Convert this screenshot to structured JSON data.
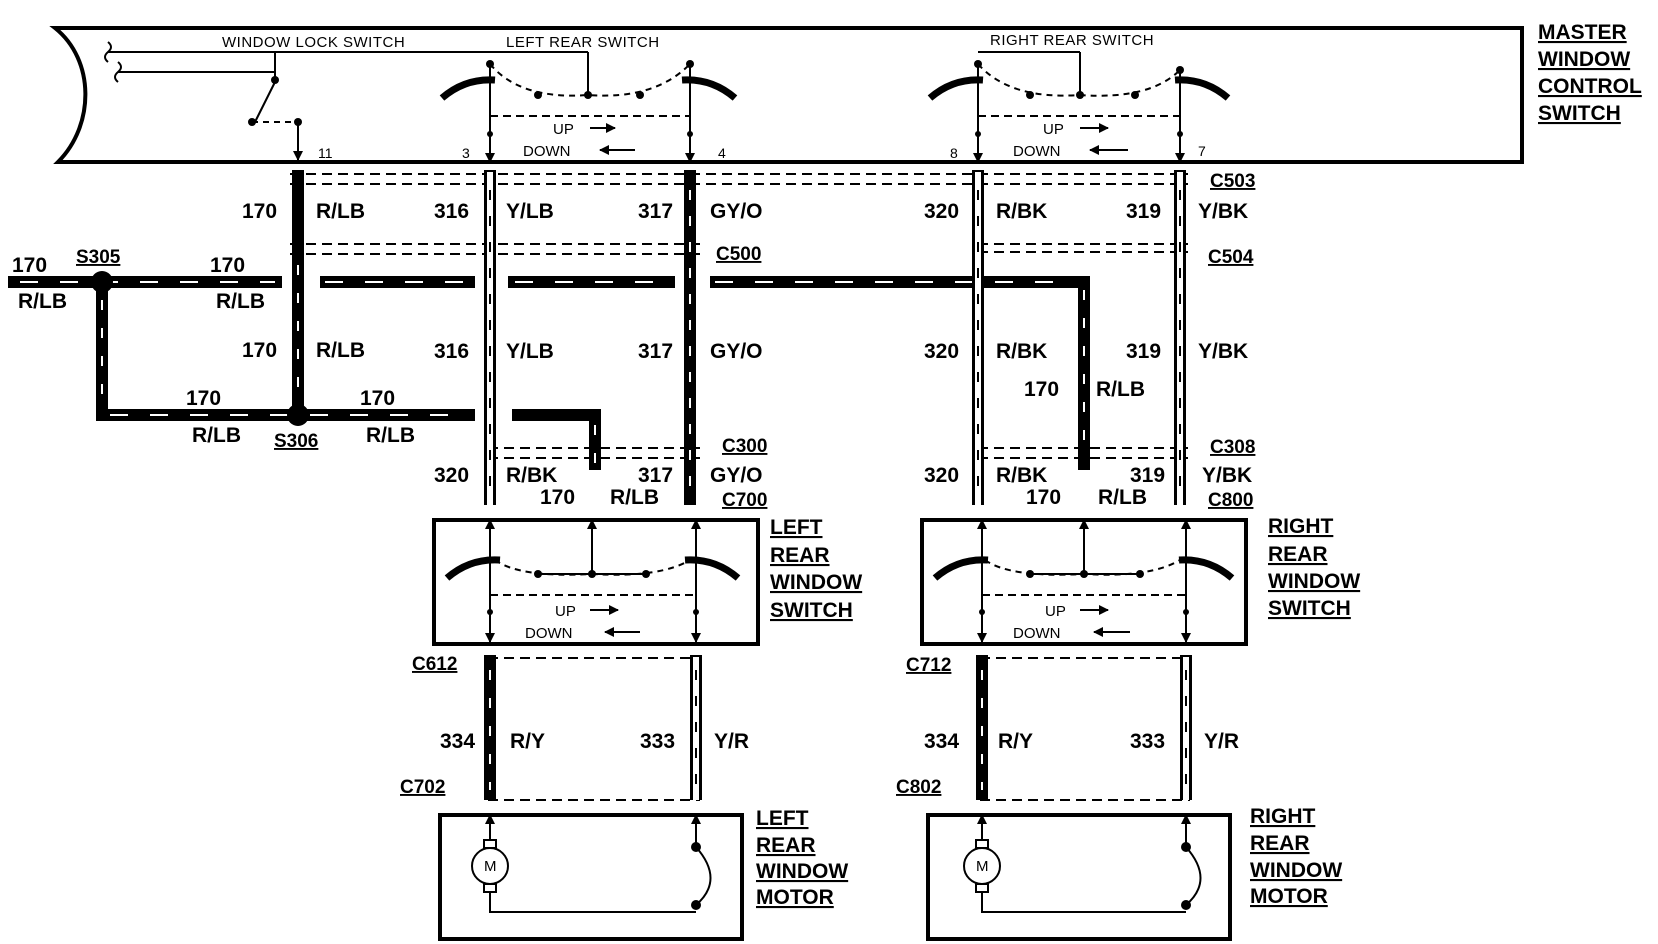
{
  "master": {
    "title_lines": [
      "MASTER",
      "WINDOW",
      "CONTROL",
      "SWITCH"
    ],
    "window_lock_switch": "WINDOW LOCK SWITCH",
    "left_rear_switch": "LEFT REAR SWITCH",
    "right_rear_switch": "RIGHT REAR SWITCH",
    "up": "UP",
    "down": "DOWN",
    "pins": [
      "11",
      "3",
      "4",
      "8",
      "7"
    ]
  },
  "connectors": {
    "c503": "C503",
    "c504": "C504",
    "c500": "C500",
    "c300": "C300",
    "c308": "C308",
    "c700": "C700",
    "c800": "C800",
    "c612": "C612",
    "c712": "C712",
    "c702": "C702",
    "c802": "C802"
  },
  "splices": {
    "s305": "S305",
    "s306": "S306"
  },
  "circuits": {
    "c170": "170",
    "c316": "316",
    "c317": "317",
    "c320": "320",
    "c319": "319",
    "c334": "334",
    "c333": "333"
  },
  "colors": {
    "r_lb": "R/LB",
    "y_lb": "Y/LB",
    "gy_o": "GY/O",
    "r_bk": "R/BK",
    "y_bk": "Y/BK",
    "r_y": "R/Y",
    "y_r": "Y/R"
  },
  "left_switch": {
    "title_lines": [
      "LEFT",
      "REAR",
      "WINDOW",
      "SWITCH"
    ],
    "up": "UP",
    "down": "DOWN"
  },
  "right_switch": {
    "title_lines": [
      "RIGHT",
      "REAR",
      "WINDOW",
      "SWITCH"
    ],
    "up": "UP",
    "down": "DOWN"
  },
  "left_motor": {
    "title_lines": [
      "LEFT",
      "REAR",
      "WINDOW",
      "MOTOR"
    ],
    "symbol": "M"
  },
  "right_motor": {
    "title_lines": [
      "RIGHT",
      "REAR",
      "WINDOW",
      "MOTOR"
    ],
    "symbol": "M"
  }
}
